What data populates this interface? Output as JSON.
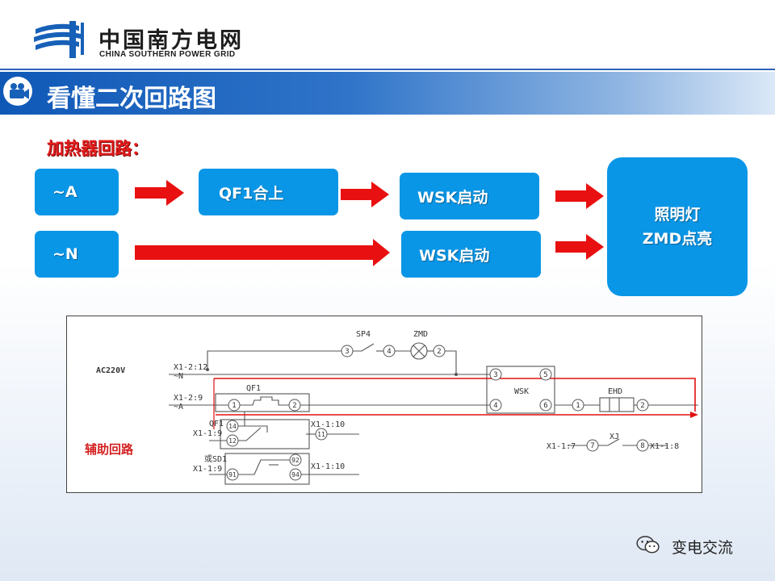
{
  "header": {
    "logo_cn": "中国南方电网",
    "logo_en": "CHINA SOUTHERN POWER GRID",
    "brand_color": "#1760b8"
  },
  "title_bar": {
    "icon": "video-camera-icon",
    "title": "看懂二次回路图"
  },
  "flow": {
    "heading": "加热器回路：",
    "row1": [
      "~A",
      "QF1合上",
      "WSK启动"
    ],
    "row2": [
      "~N",
      "WSK启动"
    ],
    "result": "照明灯\nZMD点亮",
    "arrow_color": "#e81010",
    "box_color": "#0a96e6"
  },
  "schematic": {
    "supply": "AC220V",
    "rail_n_terminal": "X1-2:12",
    "rail_n": "~N",
    "rail_a_terminal": "X1-2:9",
    "rail_a": "~A",
    "breaker": "QF1",
    "switch": "SP4",
    "lamp": "ZMD",
    "controller": "WSK",
    "heater": "EHD",
    "aux_label": "辅助回路",
    "qf1_aux_label": "QF1",
    "qf1_aux_terminal": "X1-1:9",
    "qf1_aux_out": "X1-1:10",
    "sd1_label": "或SD1",
    "sd1_terminal": "X1-1:9",
    "sd1_out": "X1-1:10",
    "relay": "XJ",
    "relay_in": "X1-1:7",
    "relay_out": "X1-1:8",
    "node_3a": "3",
    "node_4a": "4",
    "node_2a": "2",
    "node_1": "1",
    "node_2b": "2",
    "wsk_3": "3",
    "wsk_5": "5",
    "wsk_4": "4",
    "wsk_6": "6",
    "ehd_1": "1",
    "ehd_2": "2",
    "aux_14": "14",
    "aux_12": "12",
    "aux_11": "11",
    "sd_92": "92",
    "sd_91": "91",
    "sd_94": "94",
    "xj_7": "7",
    "xj_8": "8"
  },
  "watermark": {
    "text": "变电交流",
    "icon": "wechat-icon"
  }
}
